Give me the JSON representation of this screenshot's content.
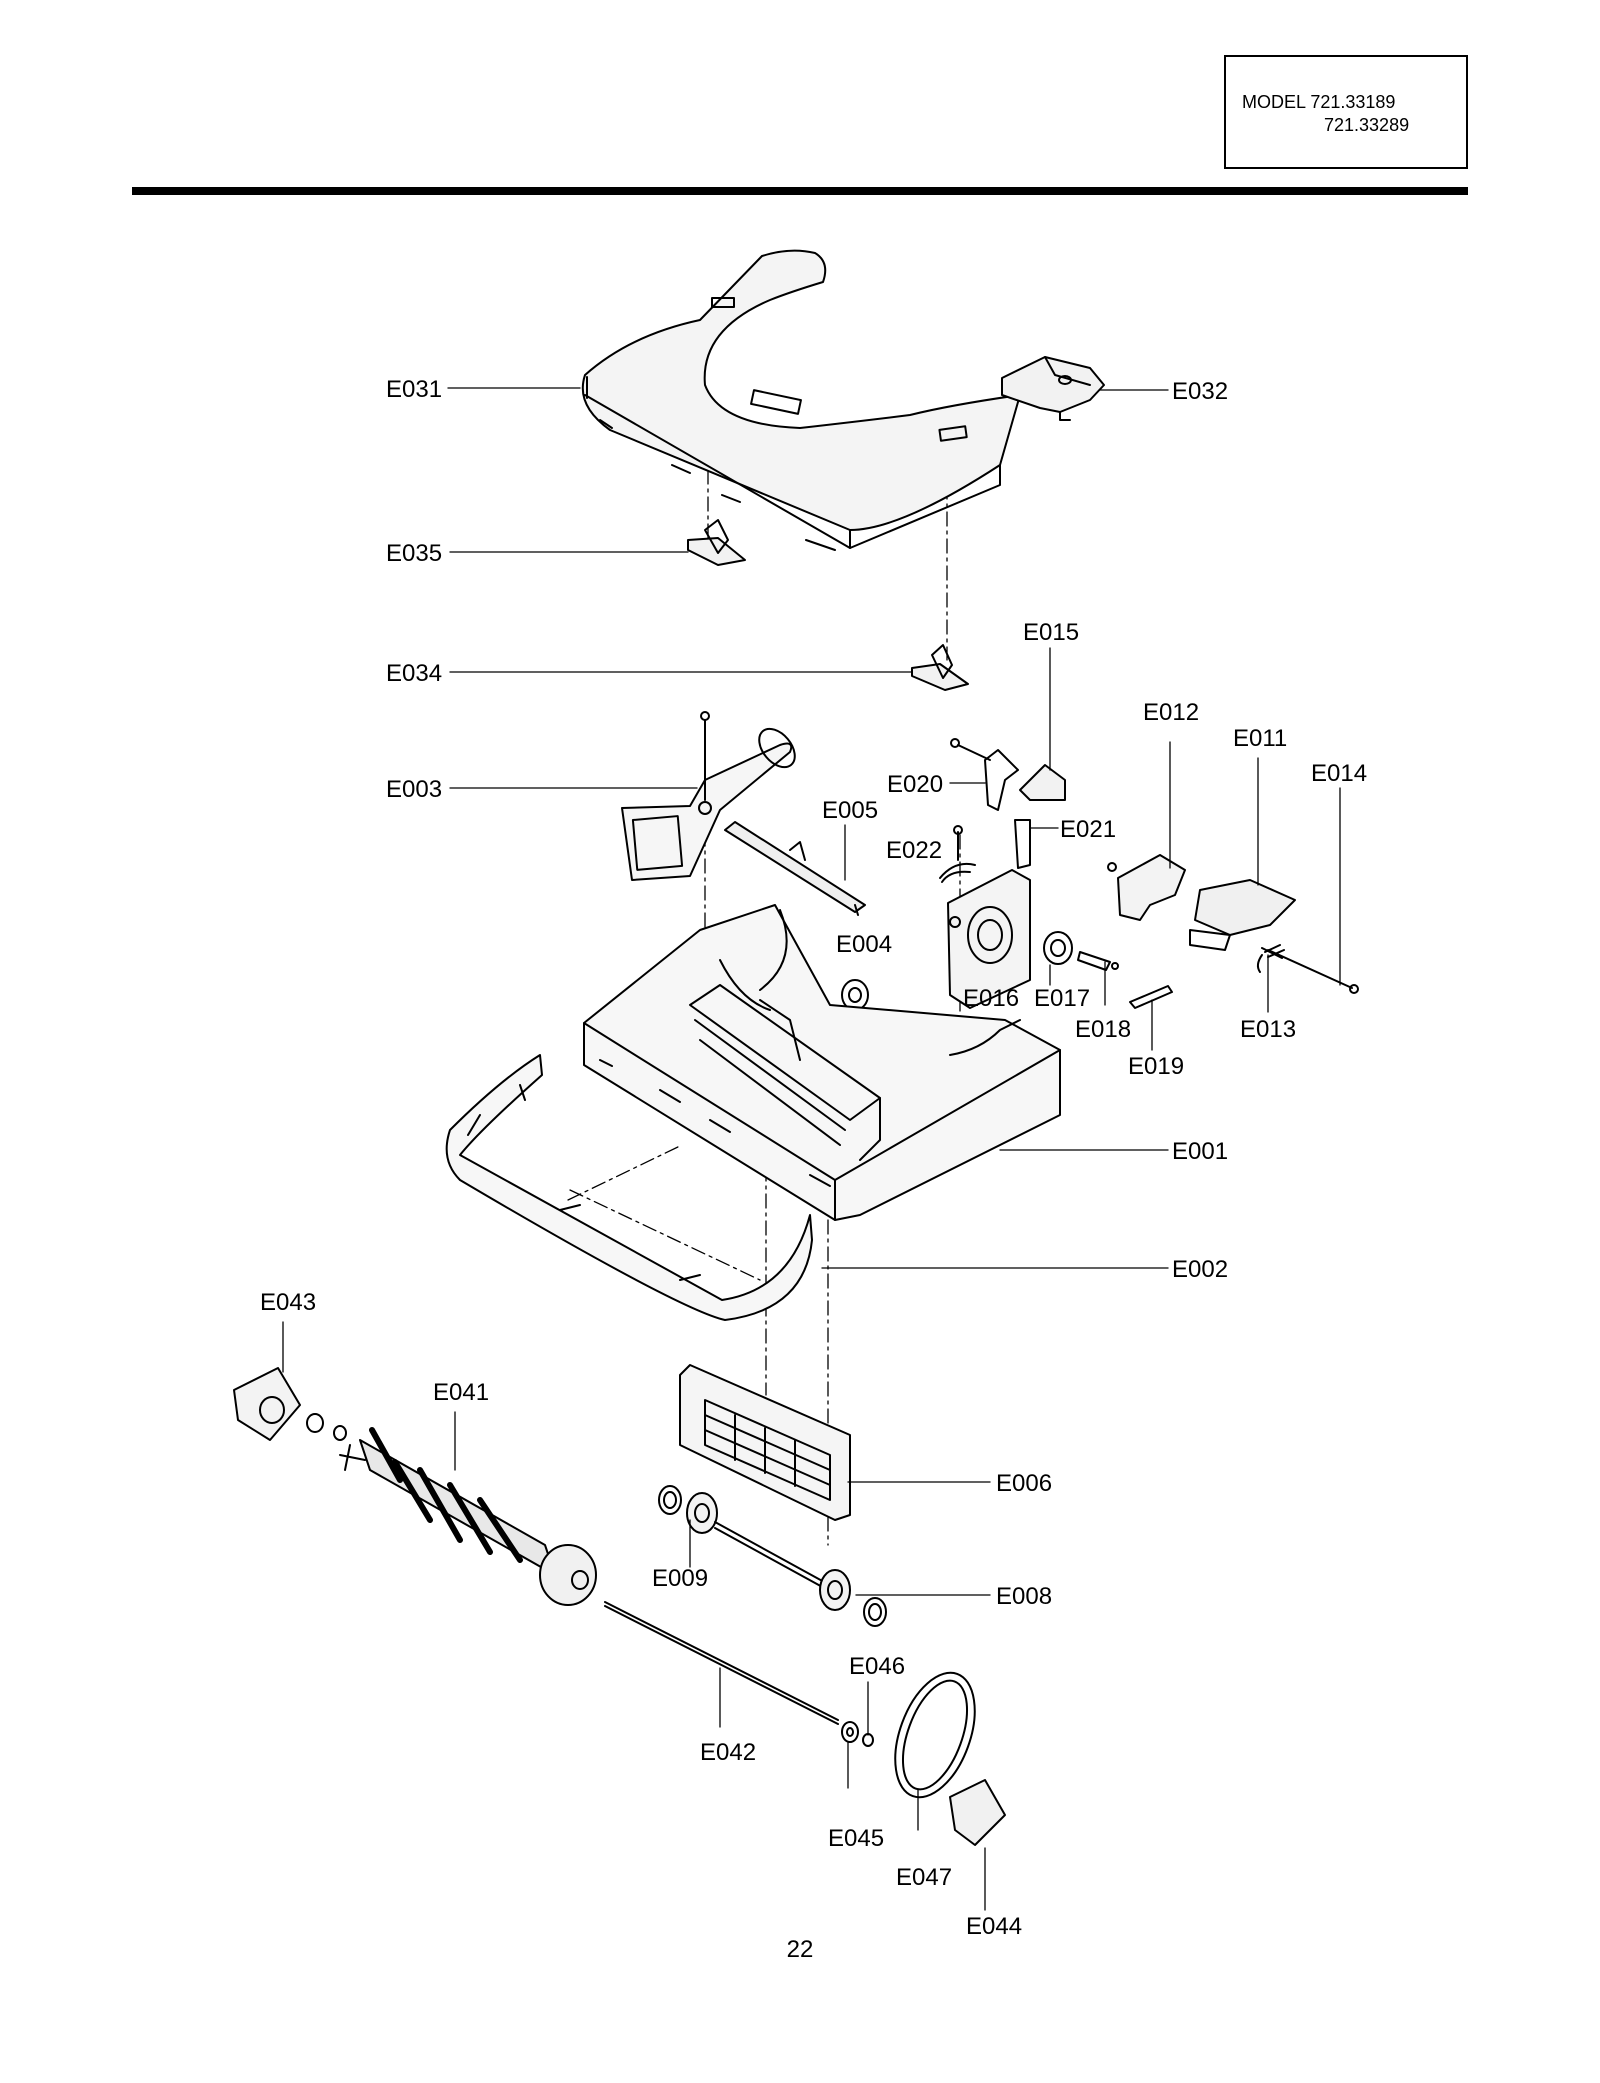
{
  "header": {
    "model_line1": "MODEL 721.33189",
    "model_line2": "721.33289"
  },
  "labels": {
    "E031": "E031",
    "E032": "E032",
    "E035": "E035",
    "E034": "E034",
    "E015": "E015",
    "E012": "E012",
    "E011": "E011",
    "E014": "E014",
    "E003": "E003",
    "E020": "E020",
    "E005": "E005",
    "E021": "E021",
    "E022": "E022",
    "E004": "E004",
    "E016": "E016",
    "E017": "E017",
    "E018": "E018",
    "E013": "E013",
    "E019": "E019",
    "E001": "E001",
    "E002": "E002",
    "E043": "E043",
    "E041": "E041",
    "E006": "E006",
    "E009": "E009",
    "E008": "E008",
    "E046": "E046",
    "E042": "E042",
    "E045": "E045",
    "E047": "E047",
    "E044": "E044"
  },
  "footer": {
    "page_number": "22"
  }
}
